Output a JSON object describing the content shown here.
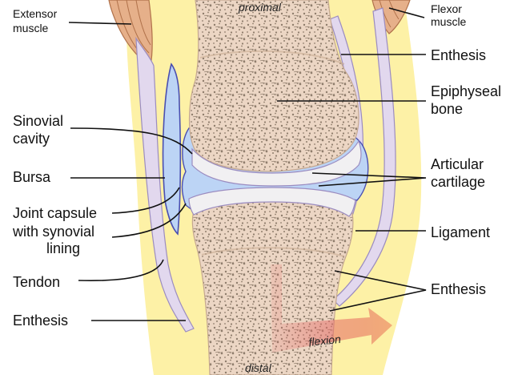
{
  "labels": {
    "extensor_muscle": [
      "Extensor",
      "muscle"
    ],
    "flexor_muscle": [
      "Flexor",
      "muscle"
    ],
    "proximal": "proximal",
    "distal": "distal",
    "flexion": "flexion",
    "enthesis_top_right": "Enthesis",
    "epiphyseal_bone": [
      "Epiphyseal",
      "bone"
    ],
    "sinovial_cavity": [
      "Sinovial",
      "cavity"
    ],
    "articular_cartilage": [
      "Articular",
      "cartilage"
    ],
    "bursa": "Bursa",
    "joint_capsule": [
      "Joint capsule",
      "with synovial",
      "lining"
    ],
    "ligament": "Ligament",
    "tendon": "Tendon",
    "enthesis_bottom_right": "Enthesis",
    "enthesis_bottom_left": "Enthesis"
  },
  "colors": {
    "soft_tissue": "#fdf1a6",
    "muscle": "#e6b08a",
    "muscle_stripe": "#b0714a",
    "tendon": "#e2d8ee",
    "tendon_edge": "#9b8cc0",
    "bone": "#ecd3bf",
    "bone_texture": "#8f7d6c",
    "cartilage": "#f1f0f2",
    "synovial_cavity": "#bcd4f5",
    "capsule_edge": "#4a4fb0",
    "flexion_arrow": "#e56c67"
  }
}
